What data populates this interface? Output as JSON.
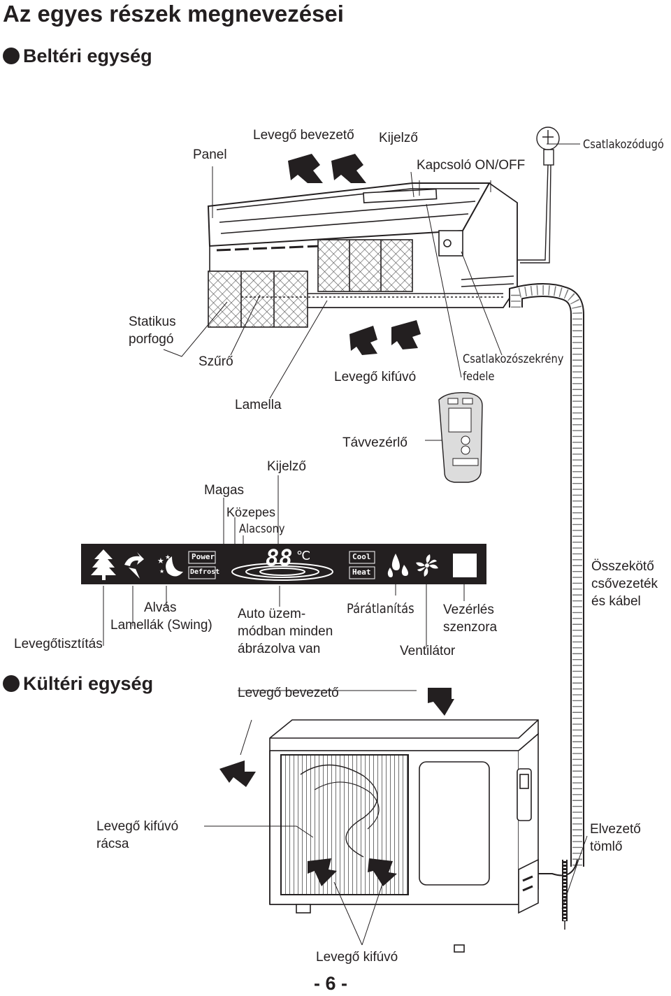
{
  "title": "Az egyes részek megnevezései",
  "indoor": {
    "heading": "Beltéri egység",
    "labels": {
      "panel": "Panel",
      "air_inlet": "Levegő bevezető",
      "display": "Kijelző",
      "switch": "Kapcsoló ON/OFF",
      "plug": "Csatlakozódugó",
      "static_fan": "Statikus\nporfogó",
      "filter": "Szűrő",
      "air_outlet": "Levegő kifúvó",
      "terminal_cover": "Csatlakozószekrény\nfedele",
      "louver": "Lamella",
      "remote": "Távvezérlő"
    }
  },
  "display_panel": {
    "display_label": "Kijelző",
    "high": "Magas",
    "medium": "Közepes",
    "low": "Alacsony",
    "power": "Power",
    "defrost": "Defrost",
    "digits": "88",
    "unit": "℃",
    "cool": "Cool",
    "heat": "Heat",
    "sleep": "Alvás",
    "swing": "Lamellák (Swing)",
    "air_purify": "Levegőtisztítás",
    "auto_mode": "Auto üzem-\nmódban minden\nábrázolva van",
    "dehumidify": "Párátlanítás",
    "sensor": "Vezérlés\nszenzora",
    "fan": "Ventilátor",
    "pipes": "Összekötő\ncsővezeték\nés kábel"
  },
  "outdoor": {
    "heading": "Kültéri egység",
    "air_inlet": "Levegő bevezető",
    "outlet_grille": "Levegő kifúvó\nrácsa",
    "drain": "Elvezető\ntömlő",
    "air_outlet": "Levegő kifúvó"
  },
  "page_number": "- 6 -"
}
